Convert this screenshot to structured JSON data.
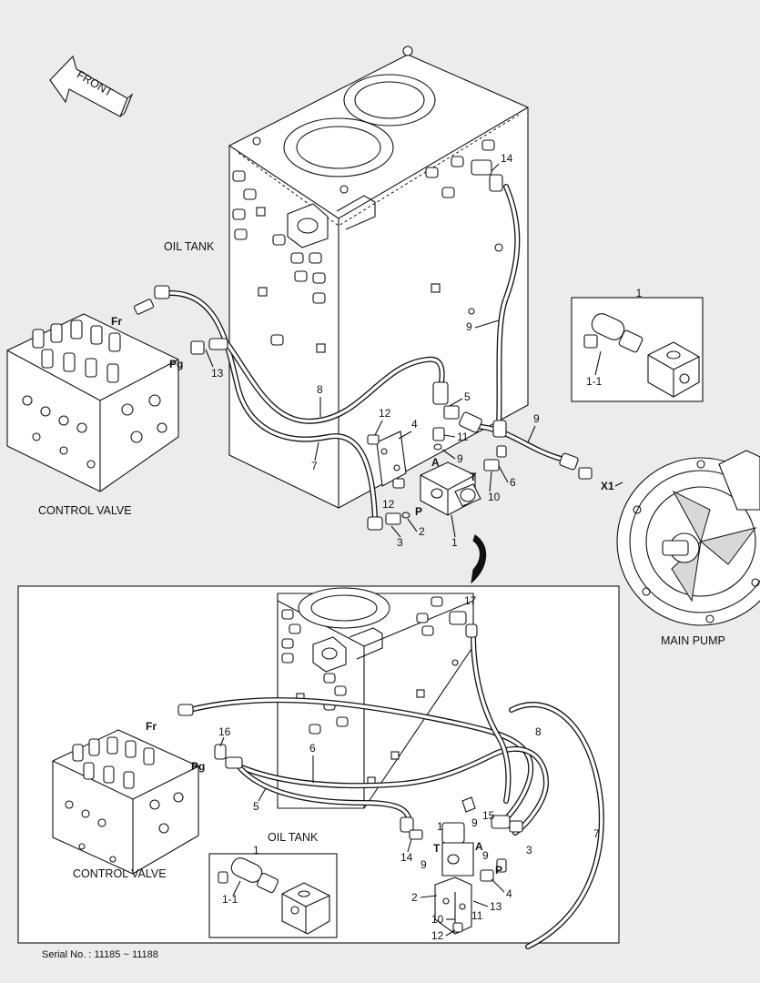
{
  "labels": {
    "front": "FRONT",
    "oil_tank": "OIL TANK",
    "oil_tank_lower": "OIL TANK",
    "control_valve": "CONTROL VALVE",
    "control_valve_lower": "CONTROL VALVE",
    "main_pump": "MAIN PUMP",
    "serial": "Serial No. : 11185 ~ 11188"
  },
  "ports": {
    "fr": "Fr",
    "pg": "Pg",
    "a": "A",
    "t": "T",
    "p": "P",
    "x1": "X1"
  },
  "upper_callouts": [
    "1",
    "1-1",
    "2",
    "3",
    "4",
    "5",
    "6",
    "7",
    "8",
    "9",
    "9",
    "9",
    "10",
    "11",
    "12",
    "12",
    "13",
    "14",
    "1"
  ],
  "lower_callouts": [
    "1",
    "1-1",
    "1",
    "2",
    "3",
    "4",
    "5",
    "6",
    "7",
    "8",
    "9",
    "9",
    "9",
    "10",
    "11",
    "12",
    "13",
    "14",
    "15",
    "16",
    "17"
  ],
  "colors": {
    "line": "#111111",
    "paper": "#ececec",
    "panel": "#ffffff"
  }
}
